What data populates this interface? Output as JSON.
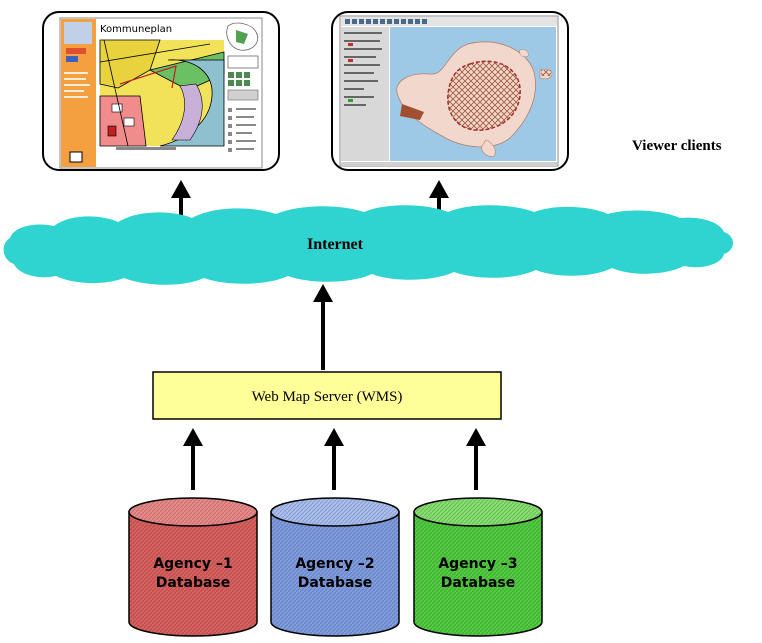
{
  "labels": {
    "viewer_clients": "Viewer clients",
    "internet": "Internet",
    "wms": "Web Map Server (WMS)"
  },
  "client1": {
    "title": "Kommuneplan"
  },
  "databases": [
    {
      "line1": "Agency –1",
      "line2": "Database",
      "color": "#d9605e",
      "top_color": "#e98a88"
    },
    {
      "line1": "Agency –2",
      "line2": "Database",
      "color": "#7f9de0",
      "top_color": "#a9bff0"
    },
    {
      "line1": "Agency –3",
      "line2": "Database",
      "color": "#52cc40",
      "top_color": "#86e070"
    }
  ],
  "colors": {
    "cloud": "#2fd3cf",
    "wms_box": "#ffff99"
  }
}
